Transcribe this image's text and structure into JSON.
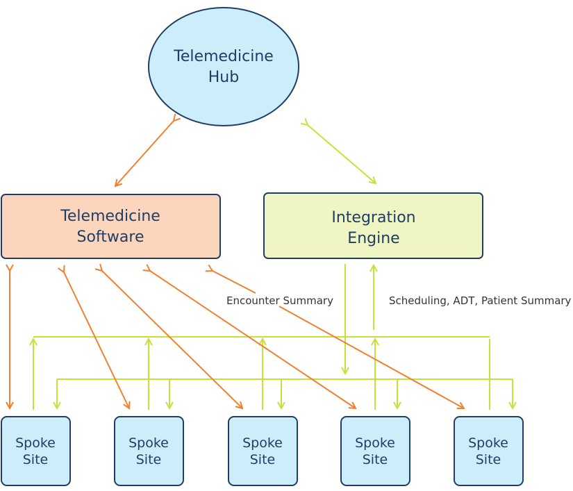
{
  "colors": {
    "hub_fill": "#cceefa",
    "node_stroke": "#1f3d66",
    "software_fill": "#fbd6bc",
    "engine_fill": "#eff5c3",
    "spoke_fill": "#cceefa",
    "orange_arrow": "#f08030",
    "green_arrow": "#c8e03a"
  },
  "hub": {
    "line1": "Telemedicine",
    "line2": "Hub"
  },
  "software": {
    "line1": "Telemedicine",
    "line2": "Software"
  },
  "engine": {
    "line1": "Integration",
    "line2": "Engine"
  },
  "spokes": [
    {
      "line1": "Spoke",
      "line2": "Site"
    },
    {
      "line1": "Spoke",
      "line2": "Site"
    },
    {
      "line1": "Spoke",
      "line2": "Site"
    },
    {
      "line1": "Spoke",
      "line2": "Site"
    },
    {
      "line1": "Spoke",
      "line2": "Site"
    }
  ],
  "labels": {
    "encounter": "Encounter Summary",
    "scheduling": "Scheduling, ADT, Patient Summary"
  }
}
